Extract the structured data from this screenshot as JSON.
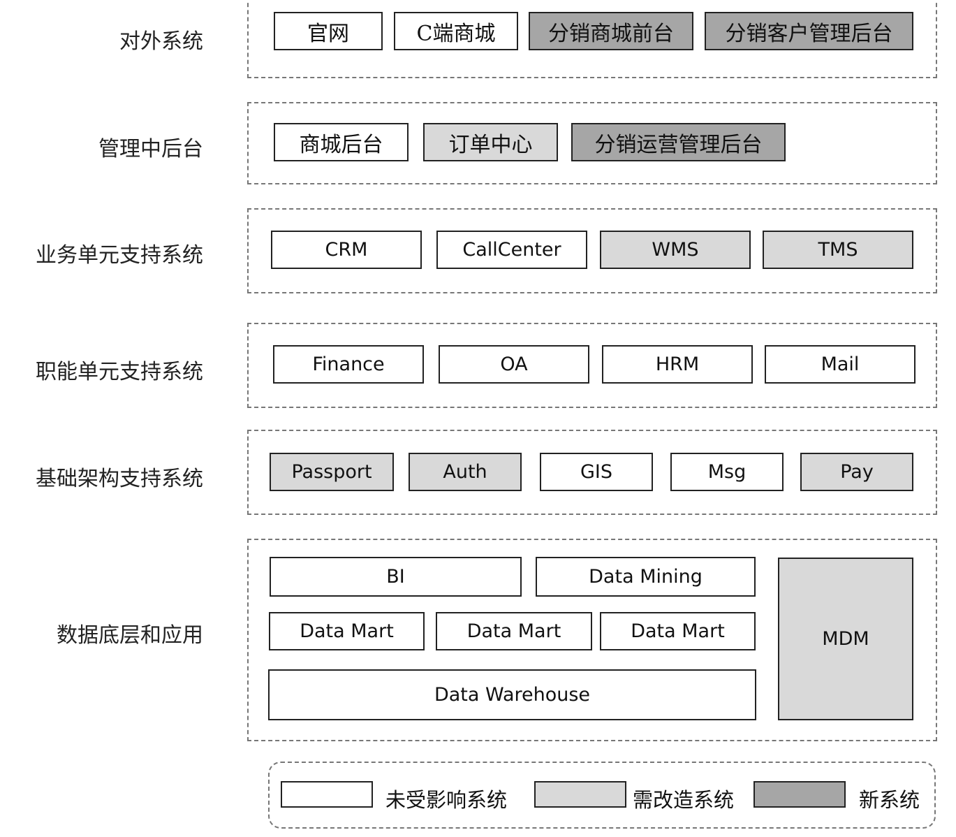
{
  "colors": {
    "unaffected": "#ffffff",
    "modified": "#d9d9d9",
    "new": "#a6a6a6"
  },
  "layers": [
    {
      "label": "对外系统",
      "nodes": [
        {
          "text": "官网",
          "status": "unaffected"
        },
        {
          "text": "C端商城",
          "status": "unaffected"
        },
        {
          "text": "分销商城前台",
          "status": "new"
        },
        {
          "text": "分销客户管理后台",
          "status": "new"
        }
      ]
    },
    {
      "label": "管理中后台",
      "nodes": [
        {
          "text": "商城后台",
          "status": "unaffected"
        },
        {
          "text": "订单中心",
          "status": "modified"
        },
        {
          "text": "分销运营管理后台",
          "status": "new"
        }
      ]
    },
    {
      "label": "业务单元支持系统",
      "nodes": [
        {
          "text": "CRM",
          "status": "unaffected"
        },
        {
          "text": "CallCenter",
          "status": "unaffected"
        },
        {
          "text": "WMS",
          "status": "modified"
        },
        {
          "text": "TMS",
          "status": "modified"
        }
      ]
    },
    {
      "label": "职能单元支持系统",
      "nodes": [
        {
          "text": "Finance",
          "status": "unaffected"
        },
        {
          "text": "OA",
          "status": "unaffected"
        },
        {
          "text": "HRM",
          "status": "unaffected"
        },
        {
          "text": "Mail",
          "status": "unaffected"
        }
      ]
    },
    {
      "label": "基础架构支持系统",
      "nodes": [
        {
          "text": "Passport",
          "status": "modified"
        },
        {
          "text": "Auth",
          "status": "modified"
        },
        {
          "text": "GIS",
          "status": "unaffected"
        },
        {
          "text": "Msg",
          "status": "unaffected"
        },
        {
          "text": "Pay",
          "status": "modified"
        }
      ]
    },
    {
      "label": "数据底层和应用",
      "nodes": [
        {
          "text": "BI",
          "status": "unaffected"
        },
        {
          "text": "Data Mining",
          "status": "unaffected"
        },
        {
          "text": "Data Mart",
          "status": "unaffected"
        },
        {
          "text": "Data Mart",
          "status": "unaffected"
        },
        {
          "text": "Data Mart",
          "status": "unaffected"
        },
        {
          "text": "Data Warehouse",
          "status": "unaffected"
        },
        {
          "text": "MDM",
          "status": "modified"
        }
      ]
    }
  ],
  "legend": [
    {
      "text": "未受影响系统",
      "status": "unaffected"
    },
    {
      "text": "需改造系统",
      "status": "modified"
    },
    {
      "text": "新系统",
      "status": "new"
    }
  ]
}
